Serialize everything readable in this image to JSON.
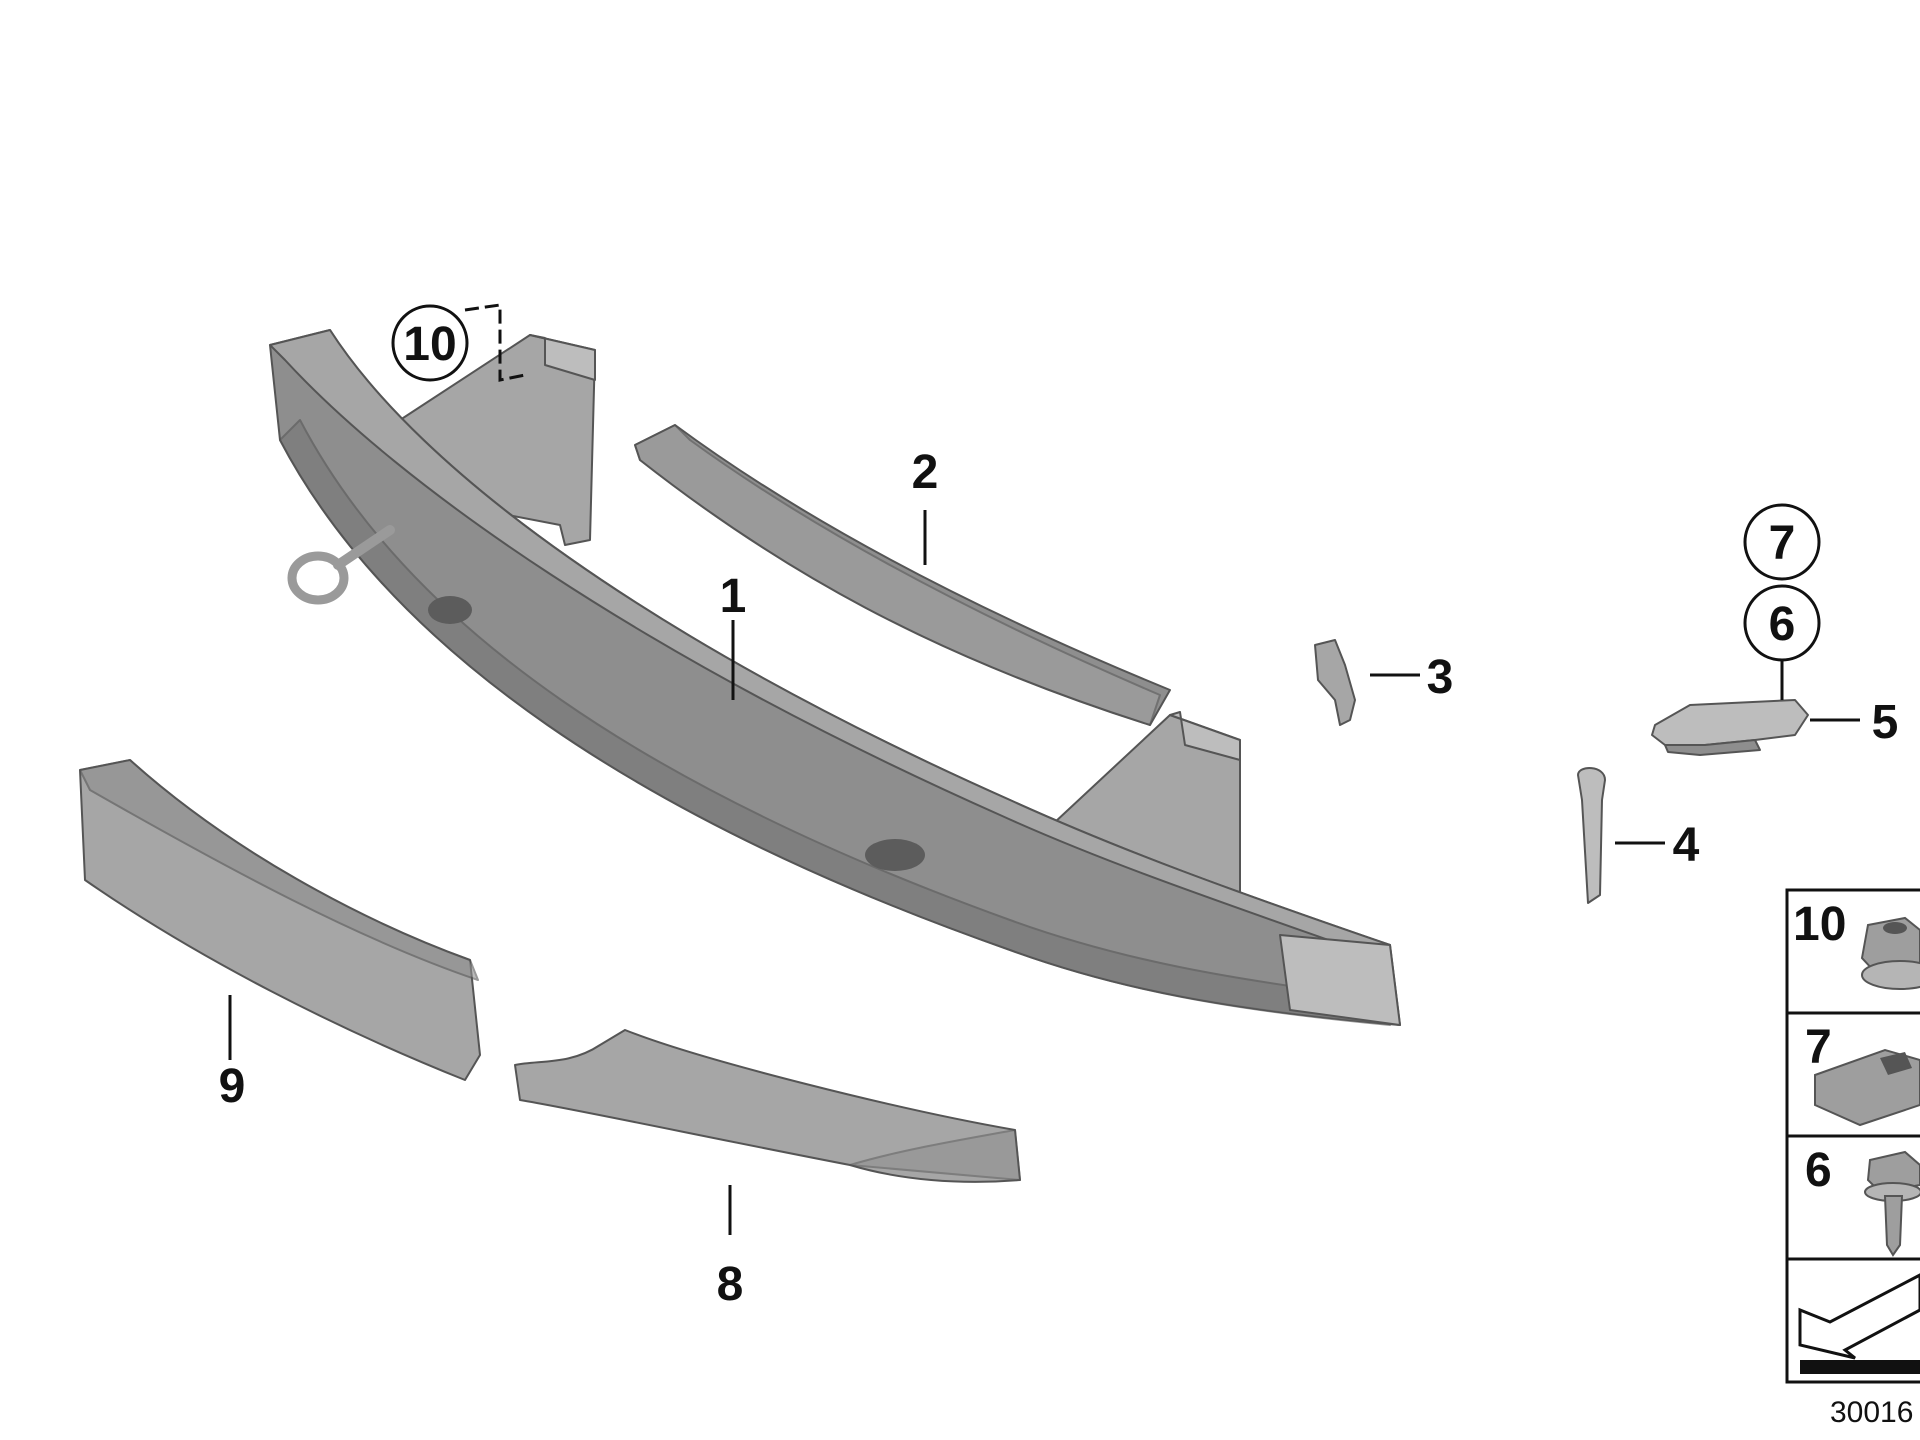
{
  "callouts": {
    "c1": "1",
    "c2": "2",
    "c3": "3",
    "c4": "4",
    "c5": "5",
    "c6": "6",
    "c7": "7",
    "c8": "8",
    "c9": "9",
    "c10": "10"
  },
  "legend": {
    "items": [
      {
        "number": "10",
        "icon": "flange-nut-icon"
      },
      {
        "number": "7",
        "icon": "clip-nut-icon"
      },
      {
        "number": "6",
        "icon": "hex-bolt-icon"
      },
      {
        "number": "",
        "icon": "direction-arrow-icon"
      }
    ]
  },
  "diagram_number": "30016",
  "colors": {
    "part_fill": "#8e8e8e",
    "part_stroke": "#555555",
    "line": "#111111"
  }
}
